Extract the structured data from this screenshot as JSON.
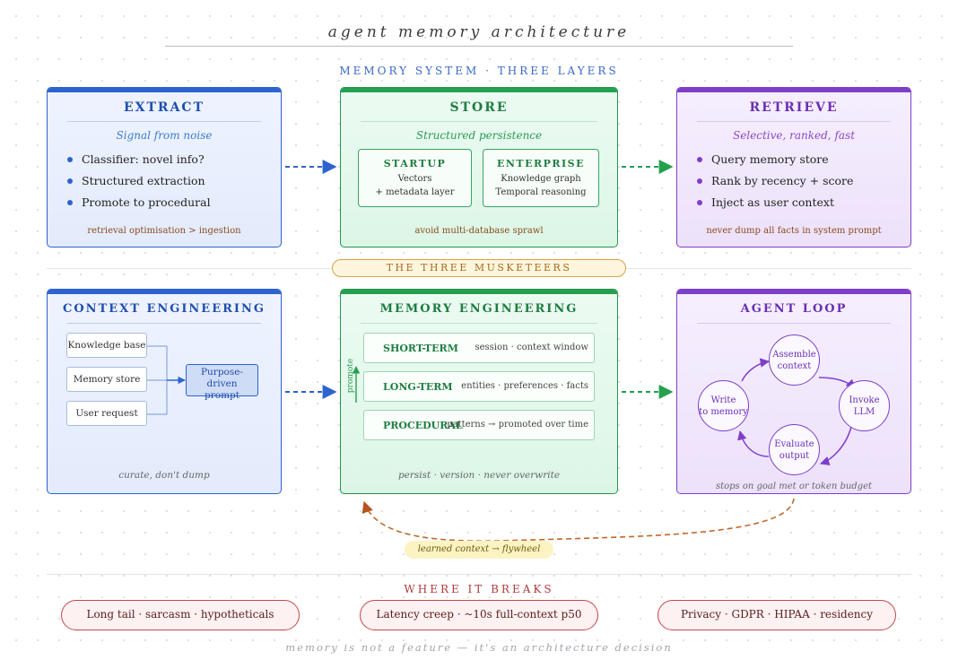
{
  "title": "agent memory architecture",
  "memory_system_heading": "MEMORY SYSTEM · THREE LAYERS",
  "extract": {
    "title": "EXTRACT",
    "subtitle": "Signal from noise",
    "bullets": [
      "Classifier: novel info?",
      "Structured extraction",
      "Promote to procedural"
    ],
    "footnote": "retrieval optimisation > ingestion"
  },
  "store": {
    "title": "STORE",
    "subtitle": "Structured persistence",
    "startup": {
      "title": "STARTUP",
      "line1": "Vectors",
      "line2": "+ metadata layer"
    },
    "enterprise": {
      "title": "ENTERPRISE",
      "line1": "Knowledge graph",
      "line2": "Temporal reasoning"
    },
    "footnote": "avoid multi-database sprawl"
  },
  "retrieve": {
    "title": "RETRIEVE",
    "subtitle": "Selective, ranked, fast",
    "bullets": [
      "Query memory store",
      "Rank by recency + score",
      "Inject as user context"
    ],
    "footnote": "never dump all facts in system prompt"
  },
  "musketeers": "THE THREE MUSKETEERS",
  "context_engineering": {
    "title": "CONTEXT ENGINEERING",
    "sources": [
      "Knowledge base",
      "Memory store",
      "User request"
    ],
    "target_line1": "Purpose-driven",
    "target_line2": "prompt",
    "footnote": "curate, don't dump"
  },
  "memory_engineering": {
    "title": "MEMORY ENGINEERING",
    "promote_label": "promote",
    "tiers": [
      {
        "name": "SHORT-TERM",
        "desc": "session · context window"
      },
      {
        "name": "LONG-TERM",
        "desc": "entities · preferences · facts"
      },
      {
        "name": "PROCEDURAL",
        "desc": "patterns → promoted over time"
      }
    ],
    "footnote": "persist · version · never overwrite"
  },
  "agent_loop": {
    "title": "AGENT LOOP",
    "nodes": {
      "assemble": {
        "line1": "Assemble",
        "line2": "context"
      },
      "invoke": {
        "line1": "Invoke",
        "line2": "LLM"
      },
      "evaluate": {
        "line1": "Evaluate",
        "line2": "output"
      },
      "write": {
        "line1": "Write",
        "line2": "to memory"
      }
    },
    "footnote": "stops on goal met or token budget"
  },
  "flywheel_label": "learned context → flywheel",
  "where_it_breaks_heading": "WHERE IT BREAKS",
  "breaks": [
    "Long tail · sarcasm · hypotheticals",
    "Latency creep · ~10s full-context p50",
    "Privacy · GDPR · HIPAA · residency"
  ],
  "bottom_tagline": "memory is not a feature — it's an architecture decision",
  "colors": {
    "extract_blue": "#2d63cf",
    "store_green": "#24a04f",
    "retrieve_purple": "#7d3fc9",
    "flywheel_orange": "#c2672a",
    "breaks_red": "#c1474a"
  }
}
